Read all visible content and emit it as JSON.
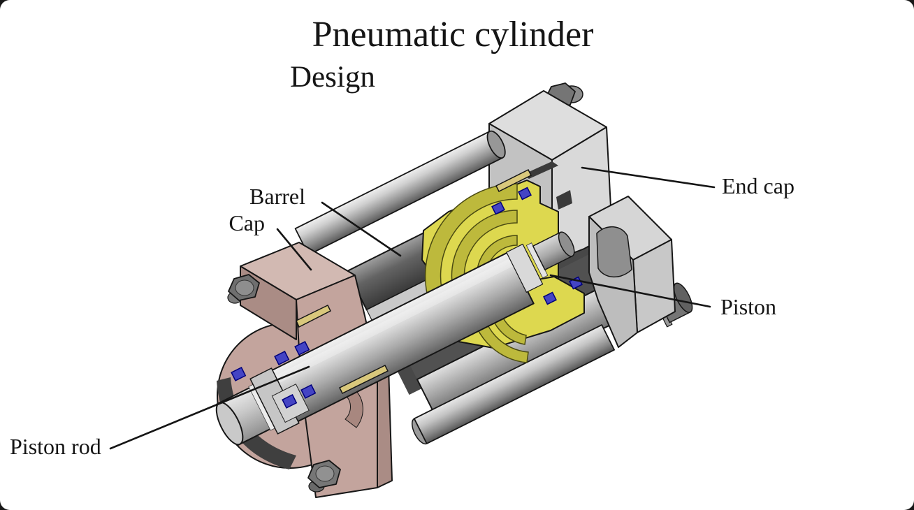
{
  "title": "Pneumatic cylinder",
  "subtitle": "Design",
  "labels": {
    "barrel": "Barrel",
    "cap": "Cap",
    "end_cap": "End cap",
    "piston": "Piston",
    "piston_rod": "Piston rod"
  },
  "colors": {
    "frame_bg": "#181818",
    "canvas": "#ffffff",
    "cap_pink": "#c3a49d",
    "cap_pink_light": "#d2b9b2",
    "cap_pink_dark": "#aa8c85",
    "barrel_dark": "#4f4f4f",
    "barrel_cut": "#c9c9c9",
    "end_cap_gray": "#d9d9d9",
    "end_cap_top": "#dedede",
    "end_cap_side": "#c2c2c2",
    "piston_yellow": "#ddd84f",
    "cushion_olive": "#bdb93c",
    "seal_blue": "#4444c4",
    "wear_strip_tan": "#d9c87c",
    "rod_gray": "#c0c0c0",
    "outline": "#161616"
  }
}
